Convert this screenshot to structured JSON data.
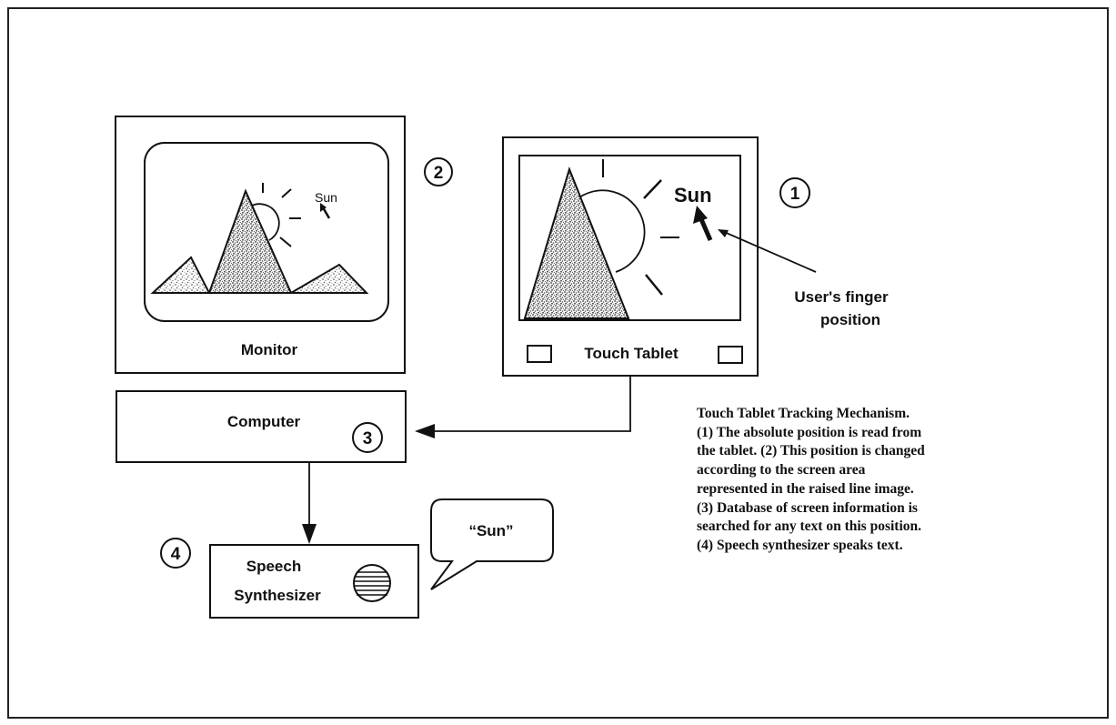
{
  "monitor": {
    "label": "Monitor",
    "number": "2",
    "sun_label": "Sun"
  },
  "tablet": {
    "label": "Touch Tablet",
    "number": "1",
    "sun_label": "Sun"
  },
  "finger": {
    "line1": "User's finger",
    "line2": "position"
  },
  "computer": {
    "label": "Computer",
    "number": "3"
  },
  "synth": {
    "line1": "Speech",
    "line2": "Synthesizer",
    "number": "4"
  },
  "speech_bubble": {
    "text": "“Sun”"
  },
  "caption": {
    "lines": [
      "Touch Tablet Tracking Mechanism.",
      "(1) The absolute position is read from",
      "the tablet.  (2) This position is changed",
      "according to the screen area",
      "represented in the raised line image.",
      "(3) Database of screen information is",
      "searched for any text on this position.",
      "(4) Speech synthesizer speaks text."
    ]
  }
}
